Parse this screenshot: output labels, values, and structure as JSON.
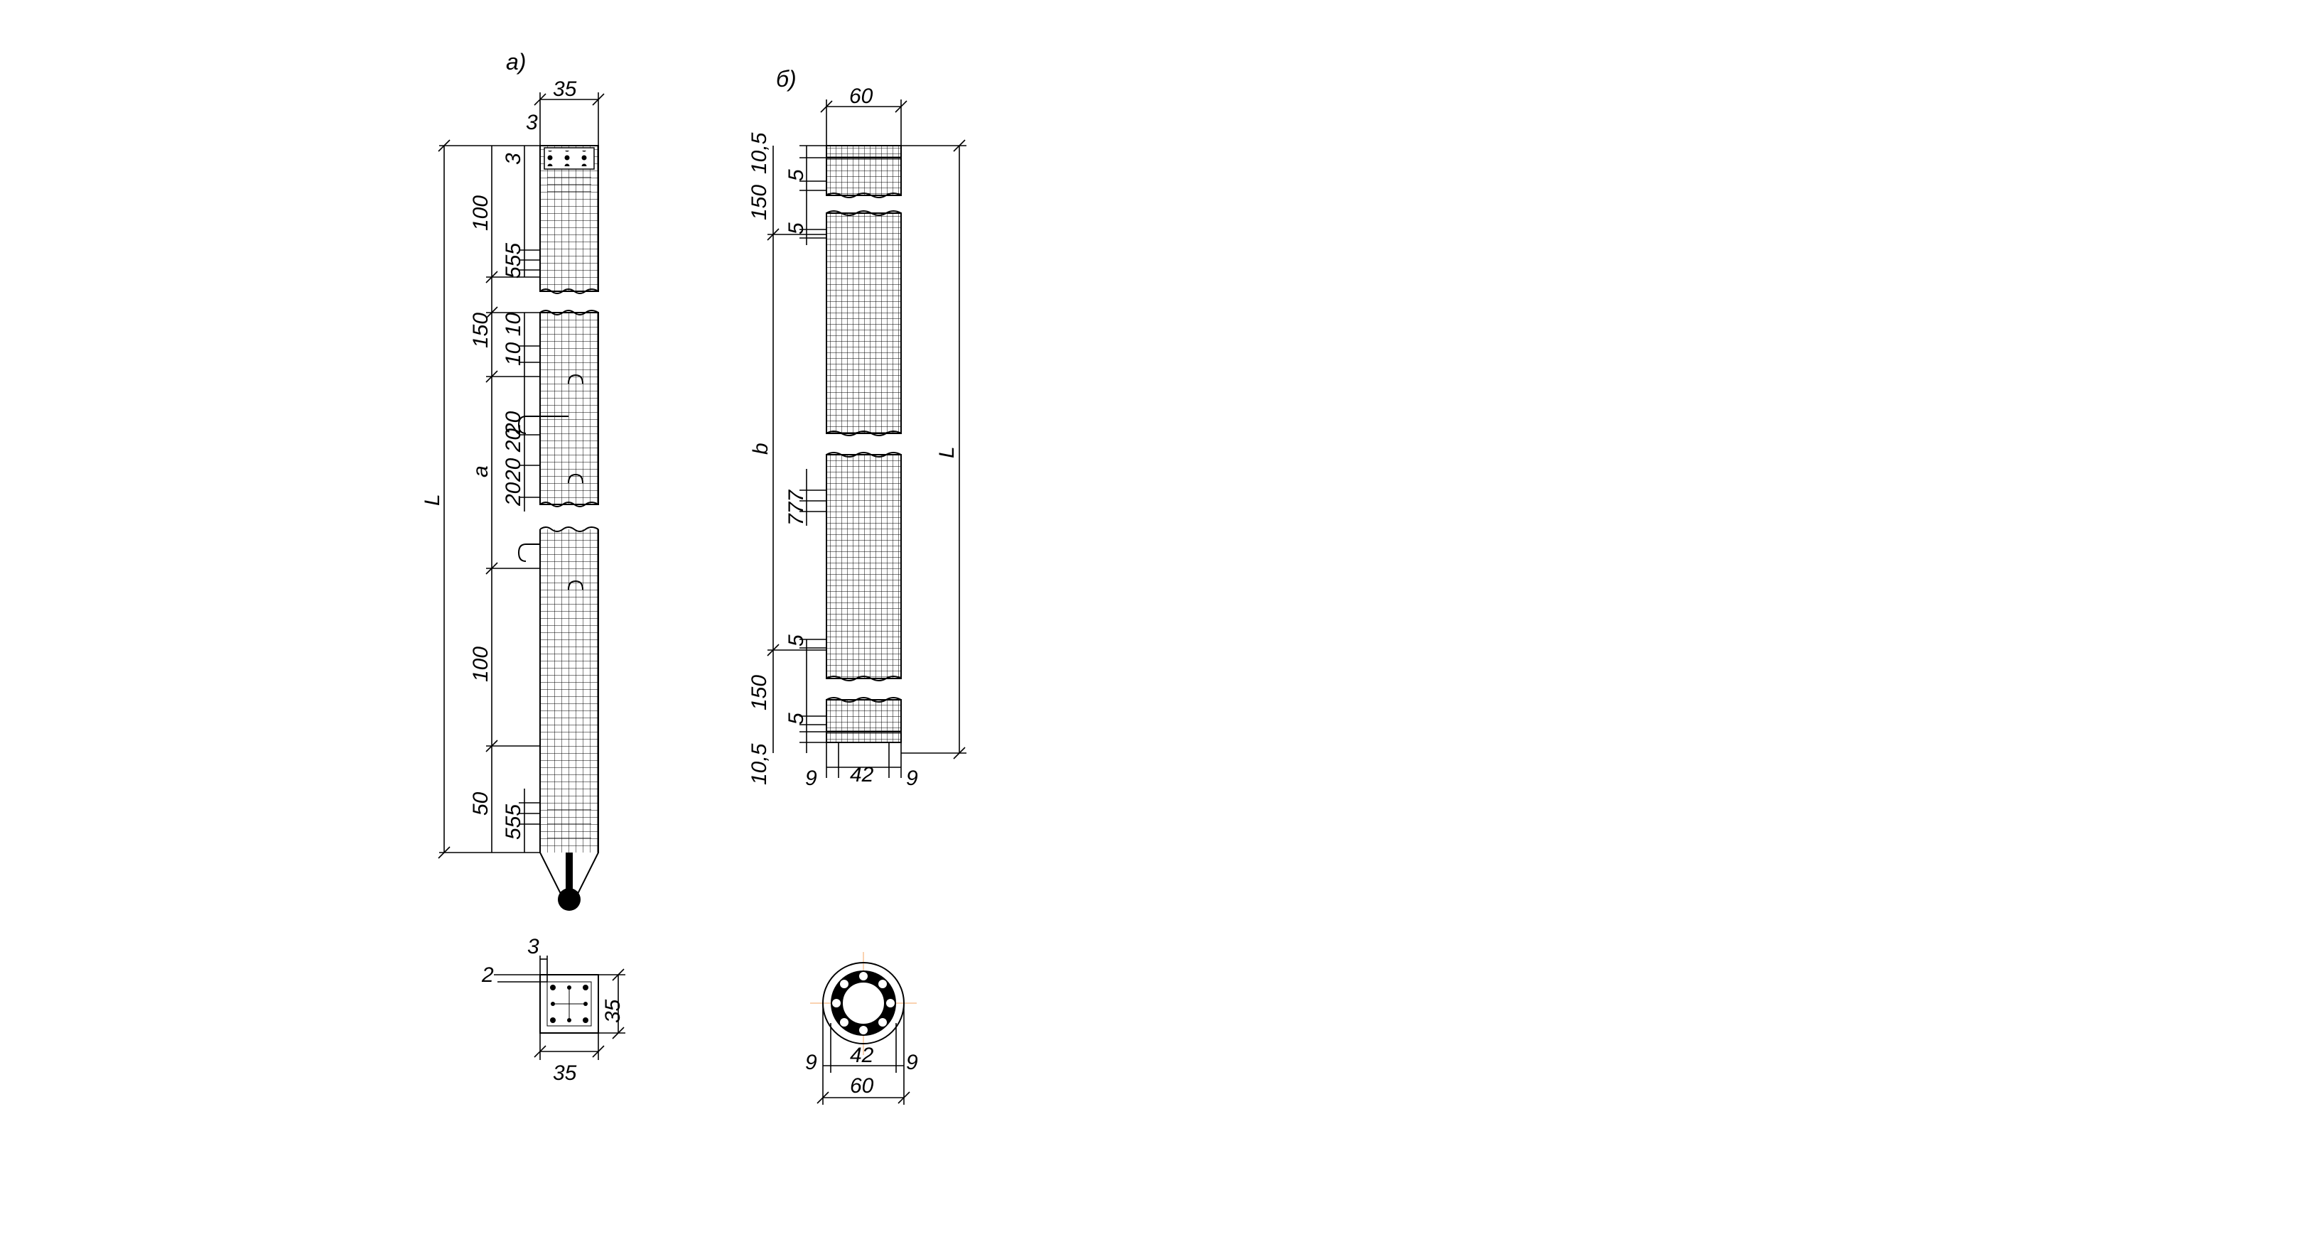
{
  "drawing_a": {
    "caption": "а)",
    "labels": {
      "top_width": "35",
      "cover_top": "3",
      "cover_side": "3",
      "dim_100_top": "100",
      "dim_555_top": "555",
      "dim_150": "150",
      "dim_1010": "10 10",
      "dim_20_a": "20",
      "dim_20_20": "20 20",
      "dim_20_b": "20",
      "dim_a": "a",
      "dim_L": "L",
      "dim_100_bot": "100",
      "dim_50": "50",
      "dim_555_bot": "555"
    },
    "section": {
      "cover_top": "3",
      "cover_left": "2",
      "width": "35",
      "height": "35"
    }
  },
  "drawing_b": {
    "caption": "б)",
    "labels": {
      "top_width": "60",
      "dim_105_top": "10,5",
      "dim_5_a": "5",
      "dim_150_top": "150",
      "dim_5_b": "5",
      "dim_b": "b",
      "dim_777": "777",
      "dim_5_c": "5",
      "dim_150_bot": "150",
      "dim_5_d": "5",
      "dim_105_bot": "10,5",
      "dim_L": "L",
      "bottom_left": "9",
      "bottom_mid": "42",
      "bottom_right": "9"
    },
    "section": {
      "left": "9",
      "inner": "42",
      "right": "9",
      "outer": "60"
    }
  }
}
